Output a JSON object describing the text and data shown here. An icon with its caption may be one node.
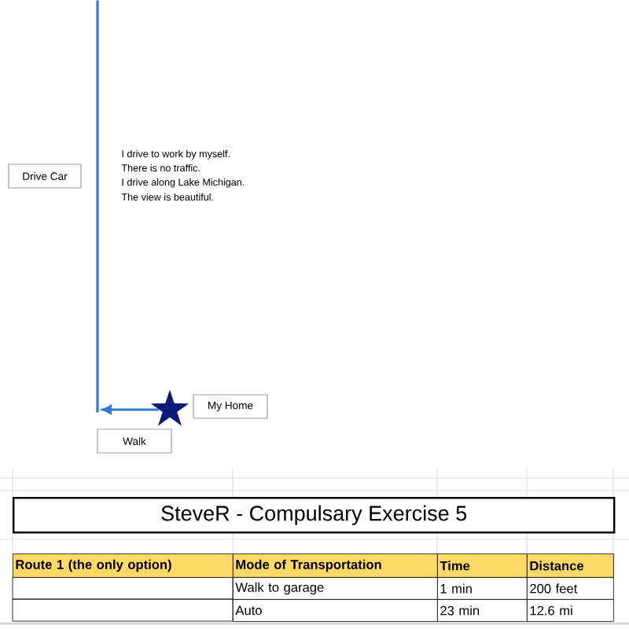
{
  "diagram": {
    "title": "SteveR - Compulsary Exercise 5",
    "nodes": [
      {
        "text": [],
        "shape": "line"
      },
      {
        "text": [
          "Drive Car"
        ]
      },
      {
        "text": [],
        "shape": "star"
      },
      {
        "text": [
          "My Home"
        ]
      },
      {
        "text": [
          "Walk"
        ]
      }
    ],
    "edges": [
      {
        "from": 2,
        "to": 0,
        "arrow": "to"
      }
    ],
    "labels": [
      "I drive to work by myself.",
      "There is no traffic.",
      "I drive along Lake Michigan.",
      "The view is beautiful.",
      "Route 1 (the only option)",
      "Mode of Transportation",
      "Time",
      "Distance",
      "Walk to garage",
      "1 min",
      "200 feet",
      "Auto",
      "23 min",
      "12.6 mi"
    ]
  }
}
